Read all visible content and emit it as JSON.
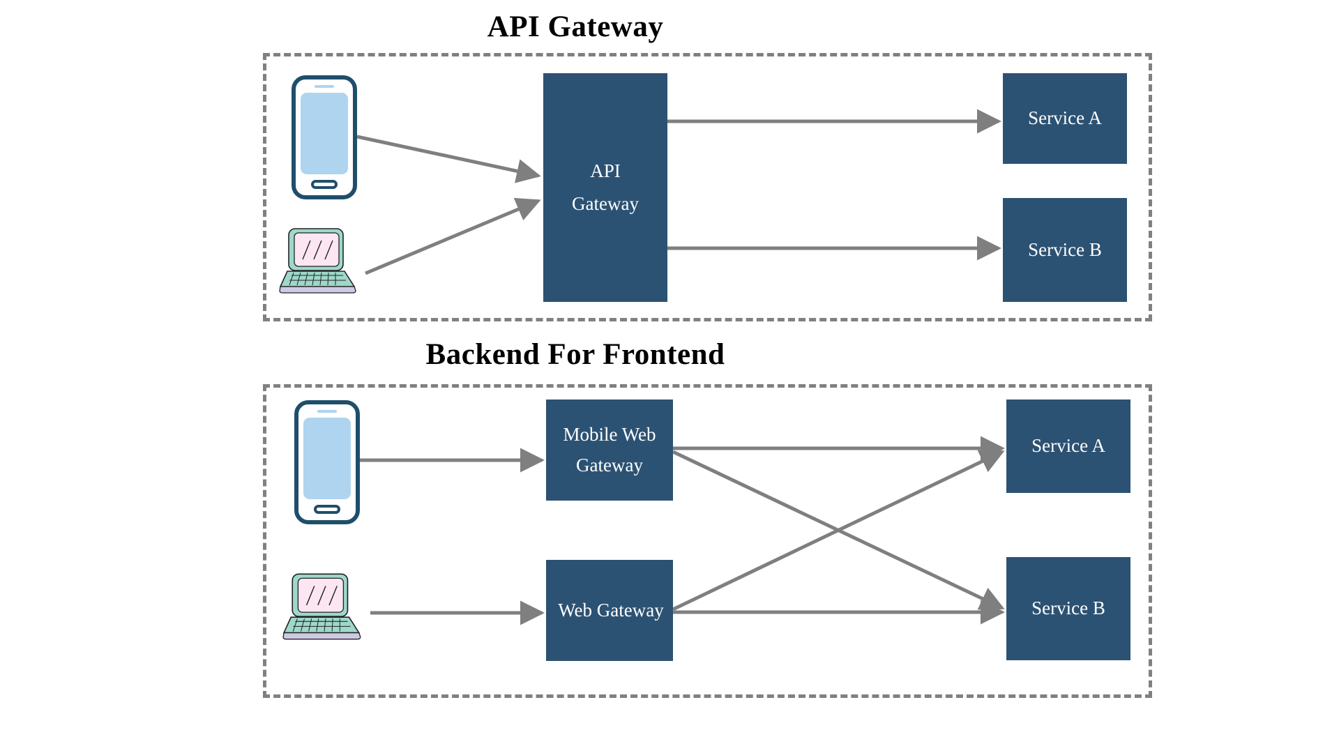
{
  "diagrams": [
    {
      "id": "api-gateway",
      "title": "API Gateway",
      "clients": [
        {
          "type": "phone",
          "icon": "mobile-phone-icon"
        },
        {
          "type": "laptop",
          "icon": "laptop-icon"
        }
      ],
      "nodes": [
        {
          "id": "api-gateway",
          "label": "API\nGateway"
        },
        {
          "id": "service-a",
          "label": "Service A"
        },
        {
          "id": "service-b",
          "label": "Service B"
        }
      ],
      "edges": [
        {
          "from": "phone",
          "to": "api-gateway"
        },
        {
          "from": "laptop",
          "to": "api-gateway"
        },
        {
          "from": "api-gateway",
          "to": "service-a"
        },
        {
          "from": "api-gateway",
          "to": "service-b"
        }
      ]
    },
    {
      "id": "backend-for-frontend",
      "title": "Backend For Frontend",
      "clients": [
        {
          "type": "phone",
          "icon": "mobile-phone-icon"
        },
        {
          "type": "laptop",
          "icon": "laptop-icon"
        }
      ],
      "nodes": [
        {
          "id": "mobile-web-gateway",
          "label": "Mobile Web\nGateway"
        },
        {
          "id": "web-gateway",
          "label": "Web Gateway"
        },
        {
          "id": "service-a",
          "label": "Service A"
        },
        {
          "id": "service-b",
          "label": "Service B"
        }
      ],
      "edges": [
        {
          "from": "phone",
          "to": "mobile-web-gateway"
        },
        {
          "from": "laptop",
          "to": "web-gateway"
        },
        {
          "from": "mobile-web-gateway",
          "to": "service-a"
        },
        {
          "from": "mobile-web-gateway",
          "to": "service-b"
        },
        {
          "from": "web-gateway",
          "to": "service-a"
        },
        {
          "from": "web-gateway",
          "to": "service-b"
        }
      ]
    }
  ],
  "colors": {
    "node_fill": "#2c5273",
    "node_text": "#ffffff",
    "connector": "#7f7f7f",
    "group_border": "#808080",
    "background": "#ffffff",
    "phone_frame": "#1f4e6b",
    "phone_screen": "#aed4f0",
    "laptop_frame": "#9ed8cb",
    "laptop_screen": "#fbe6f1",
    "laptop_base": "#cfc9e3",
    "title_text": "#000000"
  }
}
